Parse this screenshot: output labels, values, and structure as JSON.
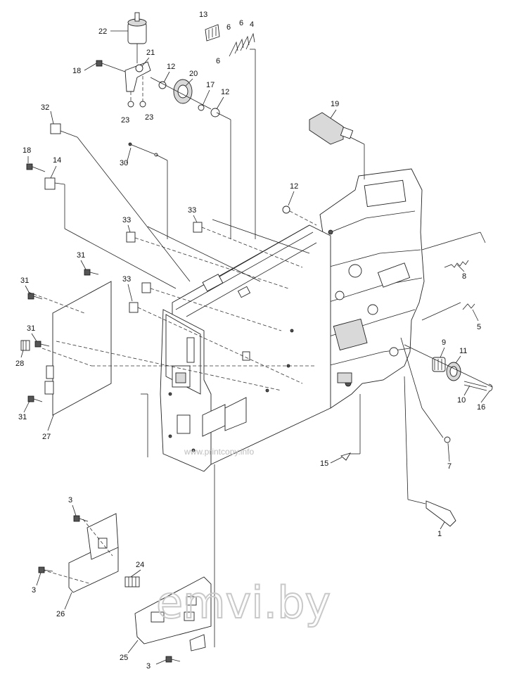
{
  "watermarks": {
    "site_small": "www.printcopy.info",
    "site_large": "emvi.by"
  },
  "part_labels": {
    "p1": "1",
    "p3a": "3",
    "p3b": "3",
    "p3c": "3",
    "p4": "4",
    "p5": "5",
    "p6a": "6",
    "p6b": "6",
    "p6c": "6",
    "p7": "7",
    "p8": "8",
    "p9": "9",
    "p10": "10",
    "p11": "11",
    "p12a": "12",
    "p12b": "12",
    "p12c": "12",
    "p13": "13",
    "p14": "14",
    "p15": "15",
    "p16": "16",
    "p17": "17",
    "p18a": "18",
    "p18b": "18",
    "p19": "19",
    "p20": "20",
    "p21": "21",
    "p22": "22",
    "p23a": "23",
    "p23b": "23",
    "p24": "24",
    "p25": "25",
    "p26": "26",
    "p27": "27",
    "p28": "28",
    "p30": "30",
    "p31a": "31",
    "p31b": "31",
    "p31c": "31",
    "p31d": "31",
    "p32": "32",
    "p33a": "33",
    "p33b": "33",
    "p33c": "33"
  }
}
